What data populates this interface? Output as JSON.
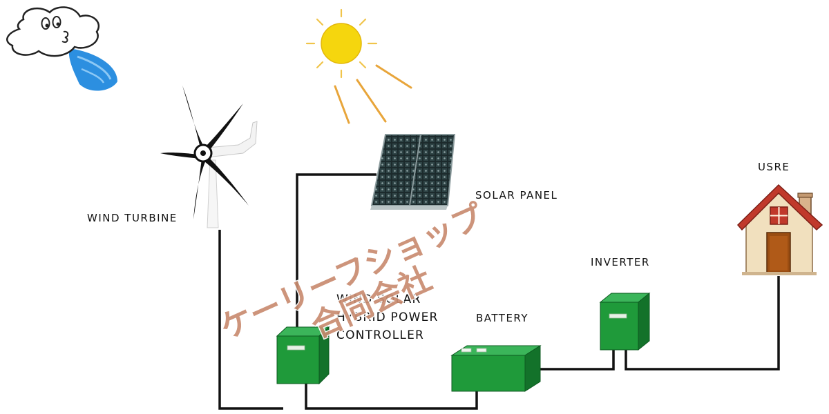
{
  "labels": {
    "wind_turbine": "WIND TURBINE",
    "solar_panel": "SOLAR PANEL",
    "user": "USRE",
    "inverter": "INVERTER",
    "battery": "BATTERY",
    "controller_line1": "WIND SOLAR",
    "controller_line2": "HYBRID POWER",
    "controller_line3": "CONTROLLER"
  },
  "watermark": {
    "line1": "ケーリーフショップ",
    "line2": "合同会社"
  },
  "colors": {
    "equipment_green": "#1f9a3a",
    "equipment_dark": "#13722a",
    "wire": "#111111",
    "sun": "#f5d60e",
    "sun_rays": "#e8a53a",
    "wind": "#2c8fe0",
    "house_roof": "#c0392b",
    "house_wall": "#f1e0be",
    "watermark": "#c98c70"
  },
  "icons": {
    "wind": "cloud-blowing-wind-icon",
    "sun": "sun-icon",
    "turbine": "wind-turbine-icon",
    "panel": "solar-panel-icon",
    "house": "house-icon"
  }
}
